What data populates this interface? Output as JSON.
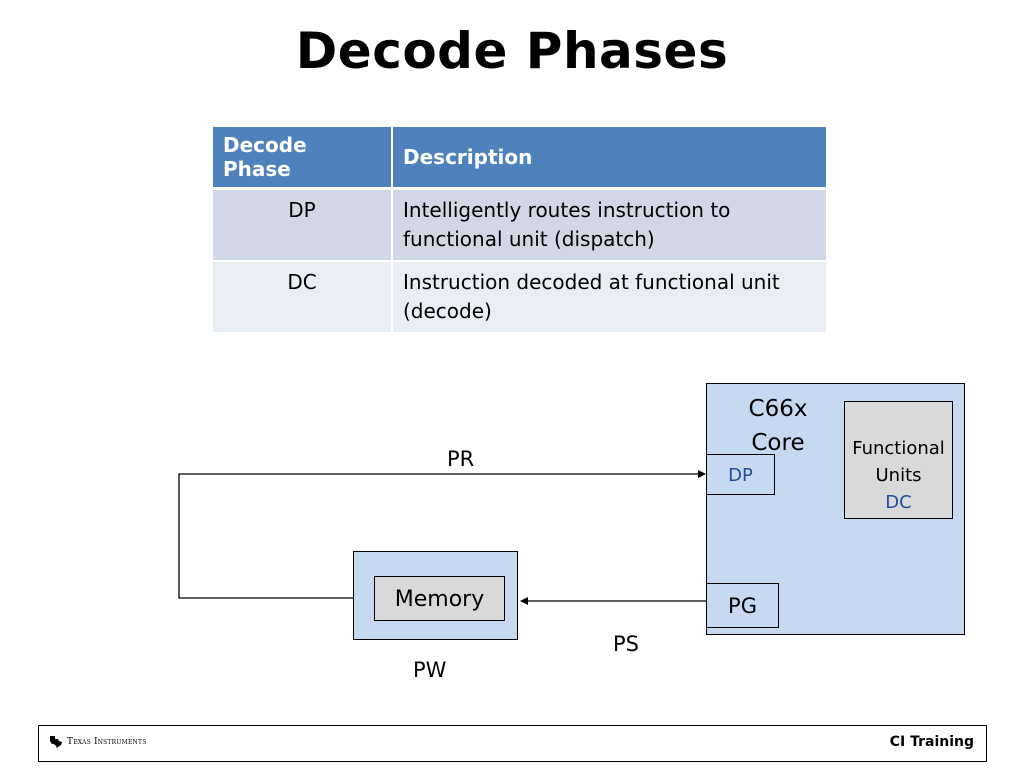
{
  "title": "Decode Phases",
  "table": {
    "headers": [
      "Decode Phase",
      "Description"
    ],
    "rows": [
      {
        "phase": "DP",
        "description": "Intelligently routes instruction to functional unit (dispatch)"
      },
      {
        "phase": "DC",
        "description": "Instruction decoded at  functional unit (decode)"
      }
    ]
  },
  "diagram": {
    "core_label_line1": "C66x",
    "core_label_line2": "Core",
    "functional_units_line1": "Functional",
    "functional_units_line2": "Units",
    "functional_units_phase": "DC",
    "dp_box": "DP",
    "pg_box": "PG",
    "memory": "Memory",
    "label_pr": "PR",
    "label_ps": "PS",
    "label_pw": "PW"
  },
  "footer": {
    "logo_text": "Texas Instruments",
    "right_text": "CI Training"
  },
  "colors": {
    "table_header": "#4f81bd",
    "table_row_odd": "#d0d8e8",
    "table_row_even": "#e9edf4",
    "box_fill": "#c6d9f1",
    "gray_fill": "#d9d9d9",
    "phase_text": "#1f4e9a"
  }
}
